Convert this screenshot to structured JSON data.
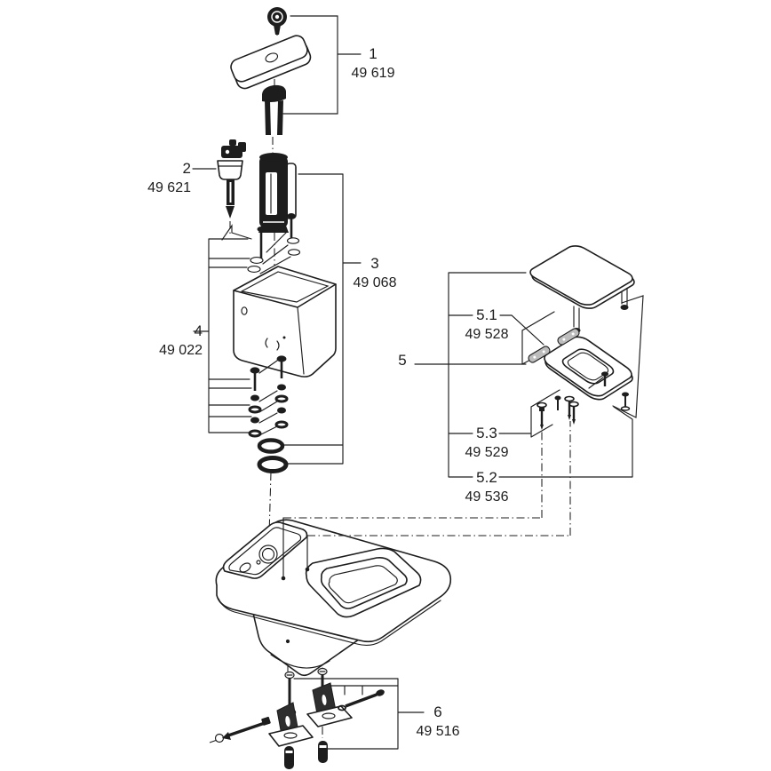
{
  "colors": {
    "background": "#ffffff",
    "line": "#1d1d1d",
    "hinge_plate_gray": "#bdbdbd"
  },
  "callouts": {
    "c1": {
      "num": "1",
      "code": "49 619"
    },
    "c2": {
      "num": "2",
      "code": "49 621"
    },
    "c3": {
      "num": "3",
      "code": "49 068"
    },
    "c4": {
      "num": "4",
      "code": "49 022"
    },
    "c5": {
      "num": "5",
      "code": ""
    },
    "c51": {
      "num": "5.1",
      "code": "49 528"
    },
    "c53": {
      "num": "5.3",
      "code": "49 529"
    },
    "c52": {
      "num": "5.2",
      "code": "49 536"
    },
    "c6": {
      "num": "6",
      "code": "49 516"
    }
  }
}
